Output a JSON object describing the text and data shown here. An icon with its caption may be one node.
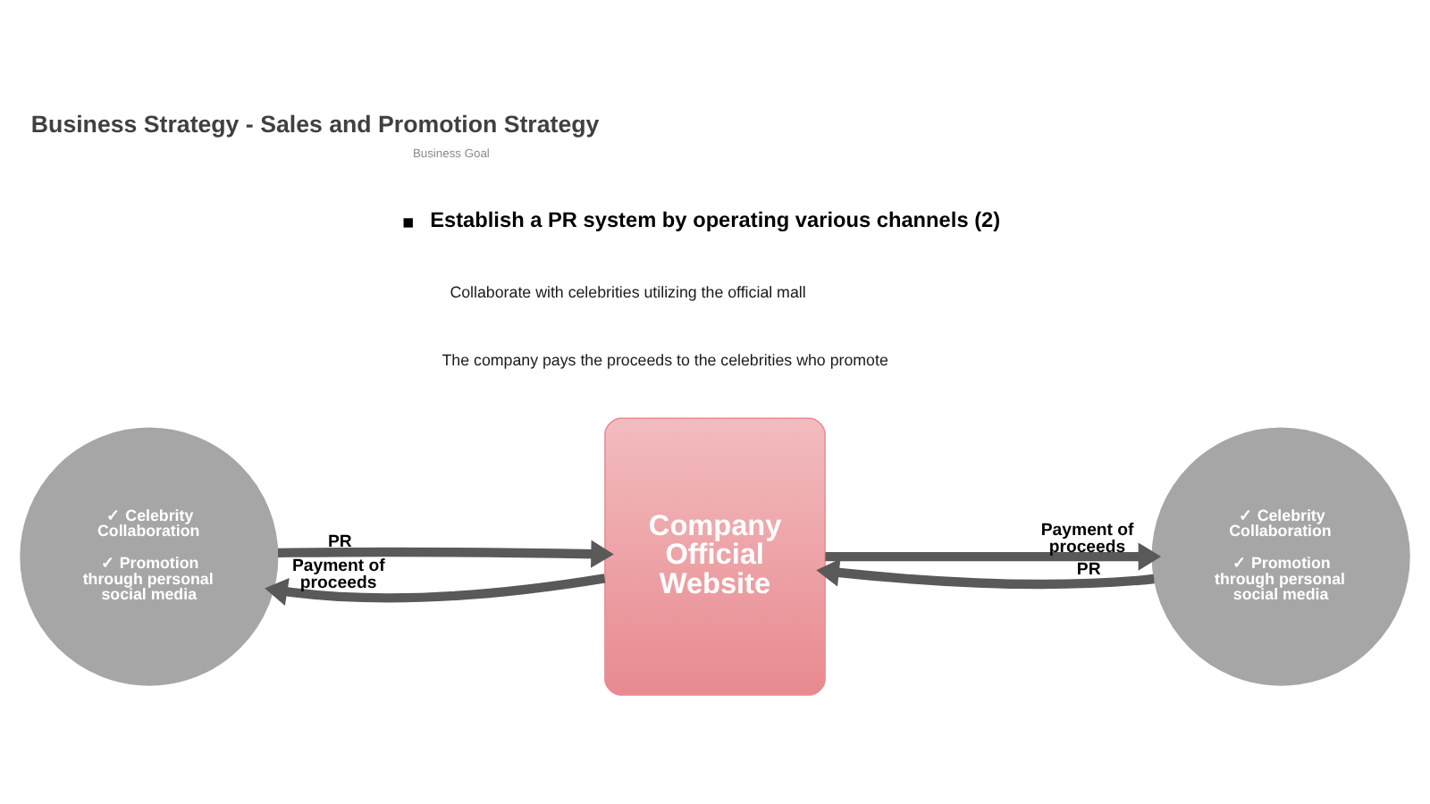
{
  "diagram": {
    "title": "Business Strategy - Sales and Promotion Strategy",
    "nodes": [
      {
        "text": [
          "✓ Celebrity Collaboration",
          "✓ Promotion through personal social media"
        ]
      },
      {
        "text": [
          "Company Official Website"
        ]
      },
      {
        "text": [
          "✓ Celebrity Collaboration",
          "✓ Promotion through personal social media"
        ]
      }
    ],
    "edges": [
      {
        "from": 0,
        "to": 1,
        "arrow": "to",
        "label": "PR"
      },
      {
        "from": 1,
        "to": 0,
        "arrow": "to",
        "label": "Payment of proceeds"
      },
      {
        "from": 1,
        "to": 2,
        "arrow": "to",
        "label": "Payment of proceeds"
      },
      {
        "from": 2,
        "to": 1,
        "arrow": "to",
        "label": "PR"
      }
    ],
    "labels": [
      "Business Goal",
      "Establish a PR system by operating various channels (2)",
      "Collaborate with celebrities utilizing the official mall",
      "The company pays the proceeds to the celebrities who promote"
    ]
  }
}
